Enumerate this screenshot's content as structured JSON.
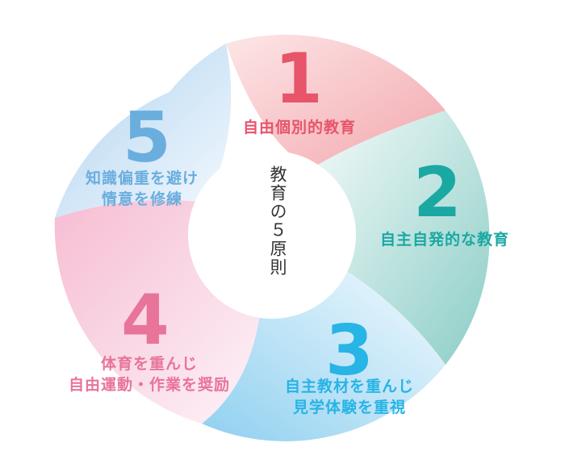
{
  "center": {
    "title": "教育の５原則"
  },
  "principles": [
    {
      "number": "1",
      "label_lines": [
        "自由個別的教育"
      ],
      "color": "#e8546a",
      "fill": "#f4aeb3"
    },
    {
      "number": "2",
      "label_lines": [
        "自主自発的な教育"
      ],
      "color": "#1aa8a3",
      "fill": "#9fd3cd"
    },
    {
      "number": "3",
      "label_lines": [
        "自主教材を重んじ",
        "見学体験を重視"
      ],
      "color": "#27b4e6",
      "fill": "#9bd7f2"
    },
    {
      "number": "4",
      "label_lines": [
        "体育を重んじ",
        "自由運動・作業を奨励"
      ],
      "color": "#e8749a",
      "fill": "#f7c6d9"
    },
    {
      "number": "5",
      "label_lines": [
        "知識偏重を避け",
        "情意を修練"
      ],
      "color": "#6aaede",
      "fill": "#b8d8f2"
    }
  ]
}
